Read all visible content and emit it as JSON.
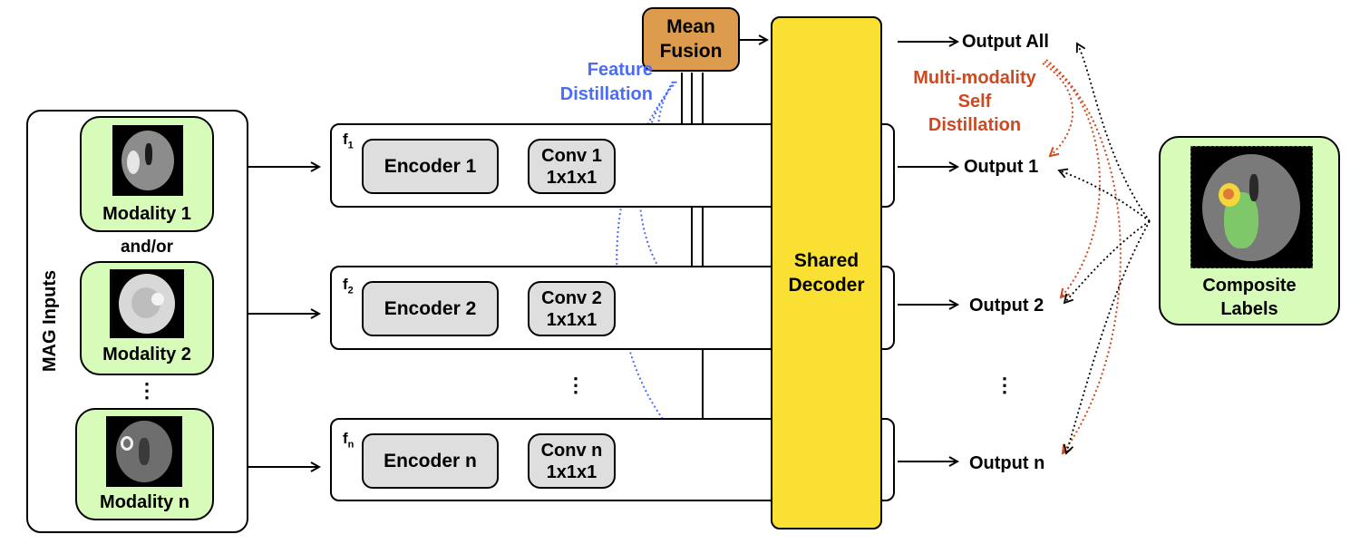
{
  "inputs": {
    "panel_label": "MAG Inputs",
    "modality_1": "Modality 1",
    "and_or": "and/or",
    "modality_2": "Modality 2",
    "vdots": "⋮",
    "modality_n": "Modality n"
  },
  "branches": [
    {
      "feature": "f",
      "sub": "1",
      "encoder": "Encoder 1",
      "conv_line1": "Conv 1",
      "conv_line2": "1x1x1"
    },
    {
      "feature": "f",
      "sub": "2",
      "encoder": "Encoder 2",
      "conv_line1": "Conv 2",
      "conv_line2": "1x1x1"
    },
    {
      "feature": "f",
      "sub": "n",
      "encoder": "Encoder n",
      "conv_line1": "Conv n",
      "conv_line2": "1x1x1"
    }
  ],
  "branch_vdots": "⋮",
  "mean_fusion": {
    "line1": "Mean",
    "line2": "Fusion"
  },
  "feature_distillation": {
    "line1": "Feature",
    "line2": "Distillation",
    "color": "#4a6cf7"
  },
  "decoder": {
    "line1": "Shared",
    "line2": "Decoder",
    "color": "#fbe034"
  },
  "outputs": {
    "all": "Output All",
    "o1": "Output 1",
    "o2": "Output 2",
    "vdots": "⋮",
    "on": "Output n"
  },
  "self_distillation": {
    "line1": "Multi-modality",
    "line2": "Self",
    "line3": "Distillation",
    "color": "#cc4a22"
  },
  "labels": {
    "line1": "Composite",
    "line2": "Labels"
  },
  "colors": {
    "green_box": "#d7fbb8",
    "encoder_fill": "#dedede",
    "mean_fusion_fill": "#dd9b4e"
  }
}
